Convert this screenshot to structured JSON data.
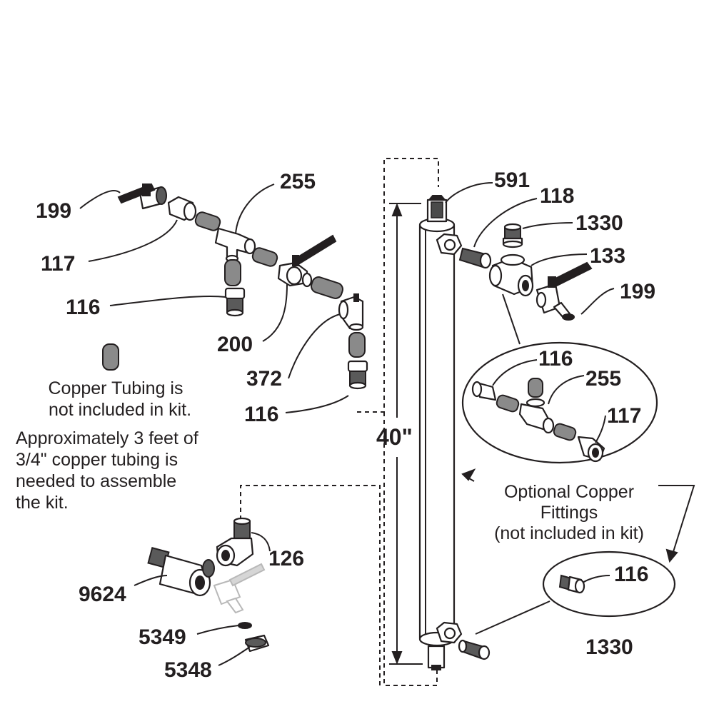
{
  "labels": {
    "p199_left": "199",
    "p117_left": "117",
    "p116_left": "116",
    "p255_top": "255",
    "p200": "200",
    "p372": "372",
    "p116_bottom": "116",
    "p591": "591",
    "p118": "118",
    "p1330_top": "1330",
    "p133": "133",
    "p199_right": "199",
    "p116_inset": "116",
    "p255_inset": "255",
    "p117_inset": "117",
    "p126": "126",
    "p9624": "9624",
    "p5349": "5349",
    "p5348": "5348",
    "p116_small_inset": "116",
    "p1330_bottom": "1330"
  },
  "dimension": "40\"",
  "notes": {
    "copper_line1": "Copper Tubing is",
    "copper_line2": "not included in kit.",
    "approx_line1": "Approximately 3 feet of",
    "approx_line2": "3/4\" copper tubing is",
    "approx_line3": "needed to assemble",
    "approx_line4": "the kit.",
    "optional_line1": "Optional Copper",
    "optional_line2": "Fittings",
    "optional_line3": "(not included in kit)"
  }
}
